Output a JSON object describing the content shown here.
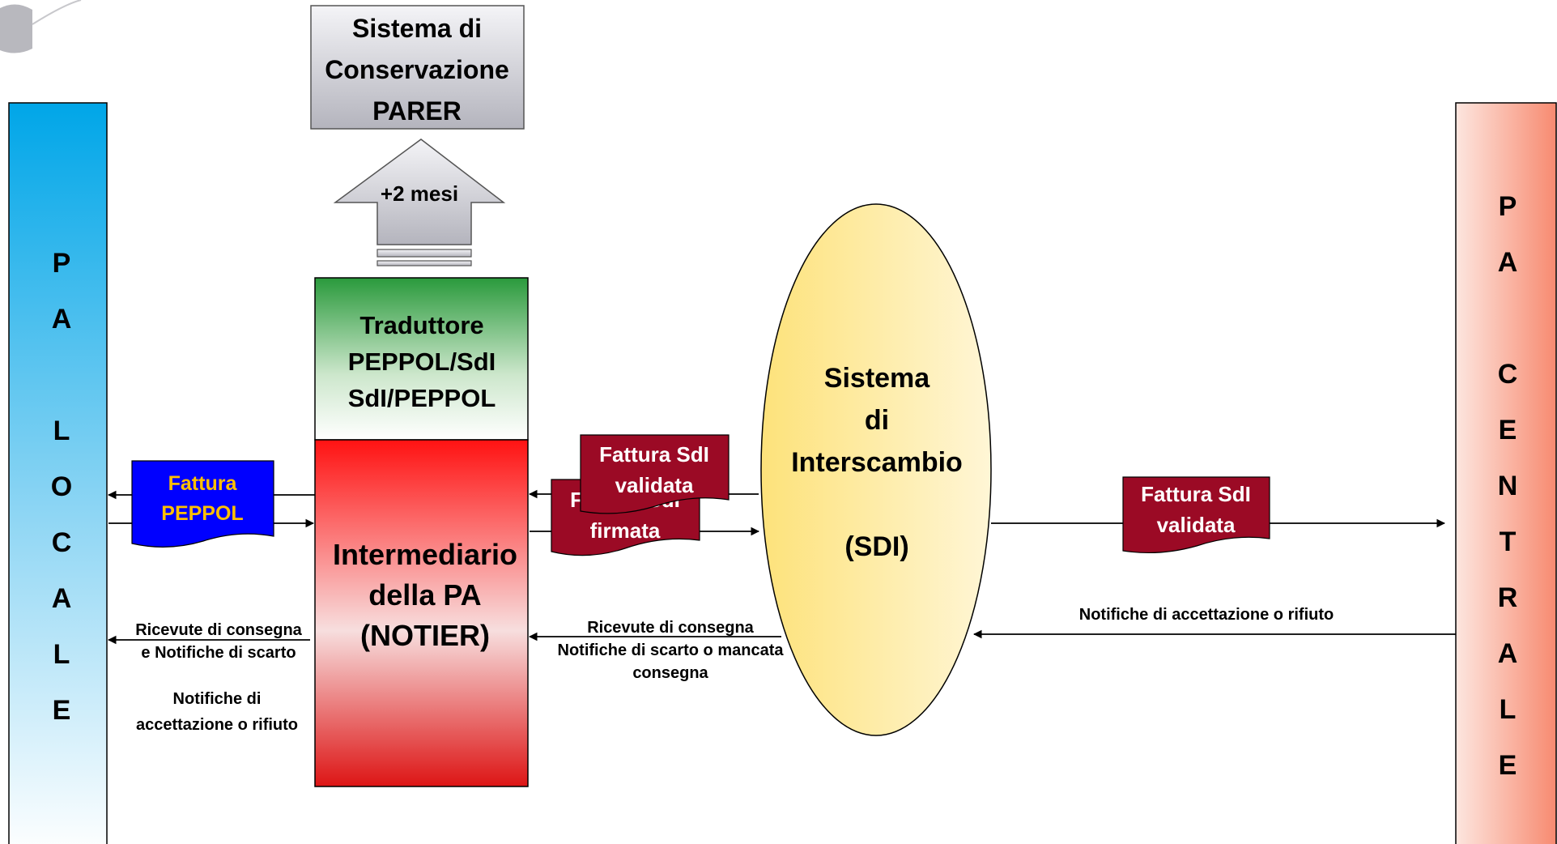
{
  "pa_locale": {
    "letters": [
      "P",
      "A",
      "",
      "L",
      "O",
      "C",
      "A",
      "L",
      "E"
    ]
  },
  "pa_centrale": {
    "letters": [
      "P",
      "A",
      "",
      "C",
      "E",
      "N",
      "T",
      "R",
      "A",
      "L",
      "E"
    ]
  },
  "conservazione": {
    "lines": [
      "Sistema di",
      "Conservazione",
      "PARER"
    ]
  },
  "arrow_up": {
    "label": "+2 mesi"
  },
  "traduttore": {
    "lines": [
      "Traduttore",
      "PEPPOL/SdI",
      "SdI/PEPPOL"
    ]
  },
  "intermediario": {
    "lines": [
      "Intermediario",
      "della PA",
      "(NOTIER)"
    ]
  },
  "sdi": {
    "lines": [
      "Sistema",
      "di",
      "Interscambio",
      "",
      "(SDI)"
    ]
  },
  "doc_peppol": {
    "lines": [
      "Fattura",
      "PEPPOL"
    ]
  },
  "doc_firmata": {
    "lines": [
      "Fattura SdI",
      "firmata"
    ]
  },
  "doc_validata_front": {
    "lines": [
      "Fattura SdI",
      "validata"
    ]
  },
  "doc_validata_right": {
    "lines": [
      "Fattura SdI",
      "validata"
    ]
  },
  "label_ricevute_left": {
    "lines": [
      "Ricevute di consegna",
      "e Notifiche di scarto"
    ]
  },
  "label_notifiche_left": {
    "lines": [
      "Notifiche di",
      "accettazione o rifiuto"
    ]
  },
  "label_ricevute_mid": {
    "lines": [
      "Ricevute di consegna",
      "Notifiche di scarto o mancata",
      "consegna"
    ]
  },
  "label_notifiche_right": {
    "lines": [
      "Notifiche di accettazione o rifiuto"
    ]
  },
  "colors": {
    "dark_red": "#9b0a25",
    "peppol_blue": "#0000ff",
    "peppol_text": "#ffc000",
    "sdi_yellow": "#fde27a",
    "grey_box": "#c8c8d0"
  }
}
